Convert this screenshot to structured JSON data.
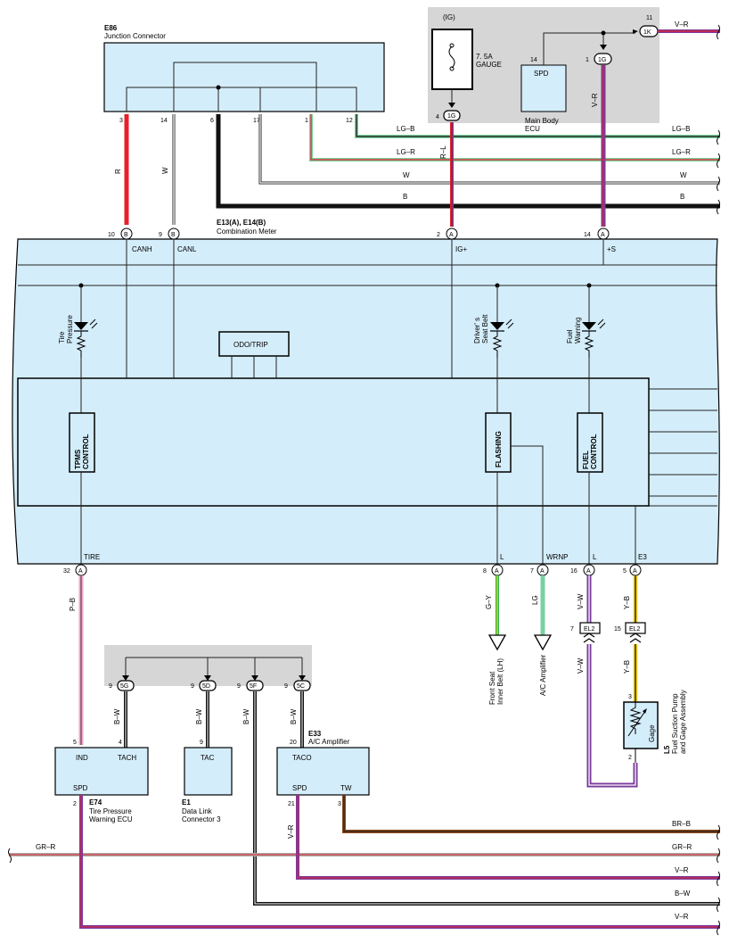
{
  "colors": {
    "component_fill": "#d4edfa",
    "gray_zone": "#d6d6d6",
    "red": "#e8202a",
    "lg": "#7bd0a0",
    "purple": "#7a3a9a",
    "pink": "#f3a6c8",
    "yellow": "#f6d820",
    "green": "#2bb34a",
    "brown": "#8a4b1e"
  },
  "junction": {
    "code": "E86",
    "name": "Junction Connector",
    "pins": [
      "3",
      "14",
      "6",
      "17",
      "1",
      "12"
    ]
  },
  "fuse": {
    "ig": "(IG)",
    "rating": "7. 5A",
    "name": "GAUGE",
    "pin_num": "4",
    "pin_conn": "1G"
  },
  "main_body": {
    "label": "SPD",
    "name1": "Main Body",
    "name2": "ECU",
    "pin_num": "14"
  },
  "connectors": {
    "c11": "11",
    "c11_label": "1K",
    "c1": "1",
    "c1_label": "1G"
  },
  "wires": {
    "vr": "V–R",
    "lgb": "LG–B",
    "lgr": "LG–R",
    "w": "W",
    "b": "B",
    "r": "R",
    "rl": "R–L",
    "pb": "P–B",
    "bw": "B–W",
    "gy": "G–Y",
    "lg": "LG",
    "vw": "V–W",
    "yb": "Y–B",
    "brb": "BR–B",
    "grr": "GR–R"
  },
  "meter": {
    "code": "E13(A), E14(B)",
    "name": "Combination Meter",
    "top_pins": [
      {
        "num": "10",
        "conn": "B",
        "label": "CANH"
      },
      {
        "num": "9",
        "conn": "B",
        "label": "CANL"
      },
      {
        "num": "2",
        "conn": "A",
        "label": "IG+"
      },
      {
        "num": "14",
        "conn": "A",
        "label": "+S"
      }
    ],
    "odo": "ODO/TRIP",
    "lamps": [
      "Tire Pressure",
      "Driver' s Seat Belt",
      "Fuel Warning"
    ],
    "lamp_lines": [
      [
        "Tire",
        "Pressure"
      ],
      [
        "Driver' s",
        "Seat Belt"
      ],
      [
        "Fuel",
        "Warning"
      ]
    ],
    "blocks": [
      [
        "TPMS",
        "CONTROL"
      ],
      [
        "FLASHING"
      ],
      [
        "FUEL",
        "CONTROL"
      ]
    ],
    "bottom_pins": [
      {
        "num": "32",
        "conn": "A",
        "label": "TIRE"
      },
      {
        "num": "8",
        "conn": "A",
        "label": "L"
      },
      {
        "num": "7",
        "conn": "A",
        "label": "WRNP"
      },
      {
        "num": "16",
        "conn": "A",
        "label": "L"
      },
      {
        "num": "5",
        "conn": "A",
        "label": "E3"
      }
    ]
  },
  "dests": {
    "seatbelt": "Front Seat Inner Belt (LH)",
    "seatbelt_lines": [
      "Front Seat",
      "Inner Belt (LH)"
    ],
    "ac": "A/C Amplifier"
  },
  "el2": {
    "label": "EL2",
    "left_num": "7",
    "right_num": "15"
  },
  "gauge": {
    "code": "L5",
    "name": "Fuel Suction Pump and Gage Assembly",
    "name_lines": [
      "Fuel Suction Pump",
      "and Gage Assembly"
    ],
    "inner": "Gage",
    "pin_top": "3",
    "pin_bot": "2"
  },
  "splices": [
    {
      "num": "9",
      "label": "5G"
    },
    {
      "num": "9",
      "label": "5D"
    },
    {
      "num": "9",
      "label": "5F"
    },
    {
      "num": "9",
      "label": "5C"
    }
  ],
  "ecus": {
    "e74": {
      "code": "E74",
      "name1": "Tire Pressure",
      "name2": "Warning ECU",
      "ind": "IND",
      "tach": "TACH",
      "spd": "SPD",
      "pin_ind": "5",
      "pin_tach": "4",
      "pin_spd": "2"
    },
    "e1": {
      "code": "E1",
      "name1": "Data Link",
      "name2": "Connector 3",
      "tac": "TAC",
      "pin": "9"
    },
    "e33": {
      "code": "E33",
      "name": "A/C Amplifier",
      "taco": "TACO",
      "spd": "SPD",
      "tw": "TW",
      "pin_taco": "20",
      "pin_spd": "21",
      "pin_tw": "3"
    }
  }
}
